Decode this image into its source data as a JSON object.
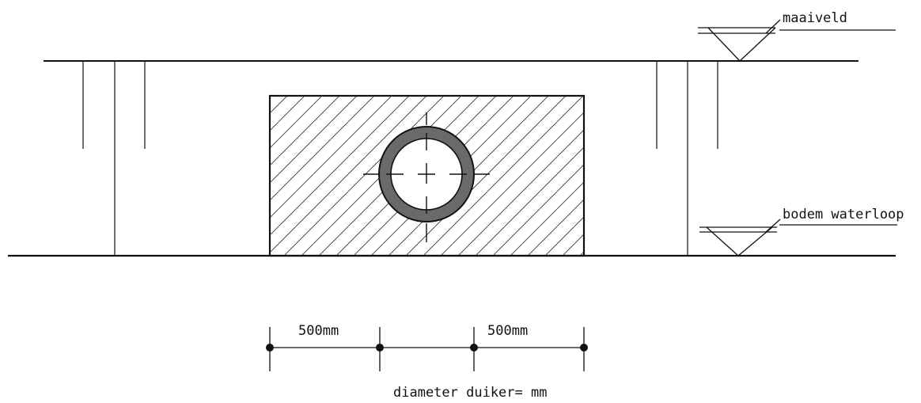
{
  "labels": {
    "ground_level": "maaiveld",
    "watercourse_bottom": "bodem waterloop",
    "dimension_left": "500mm",
    "dimension_right": "500mm",
    "culvert_diameter": "diameter duiker= mm"
  }
}
